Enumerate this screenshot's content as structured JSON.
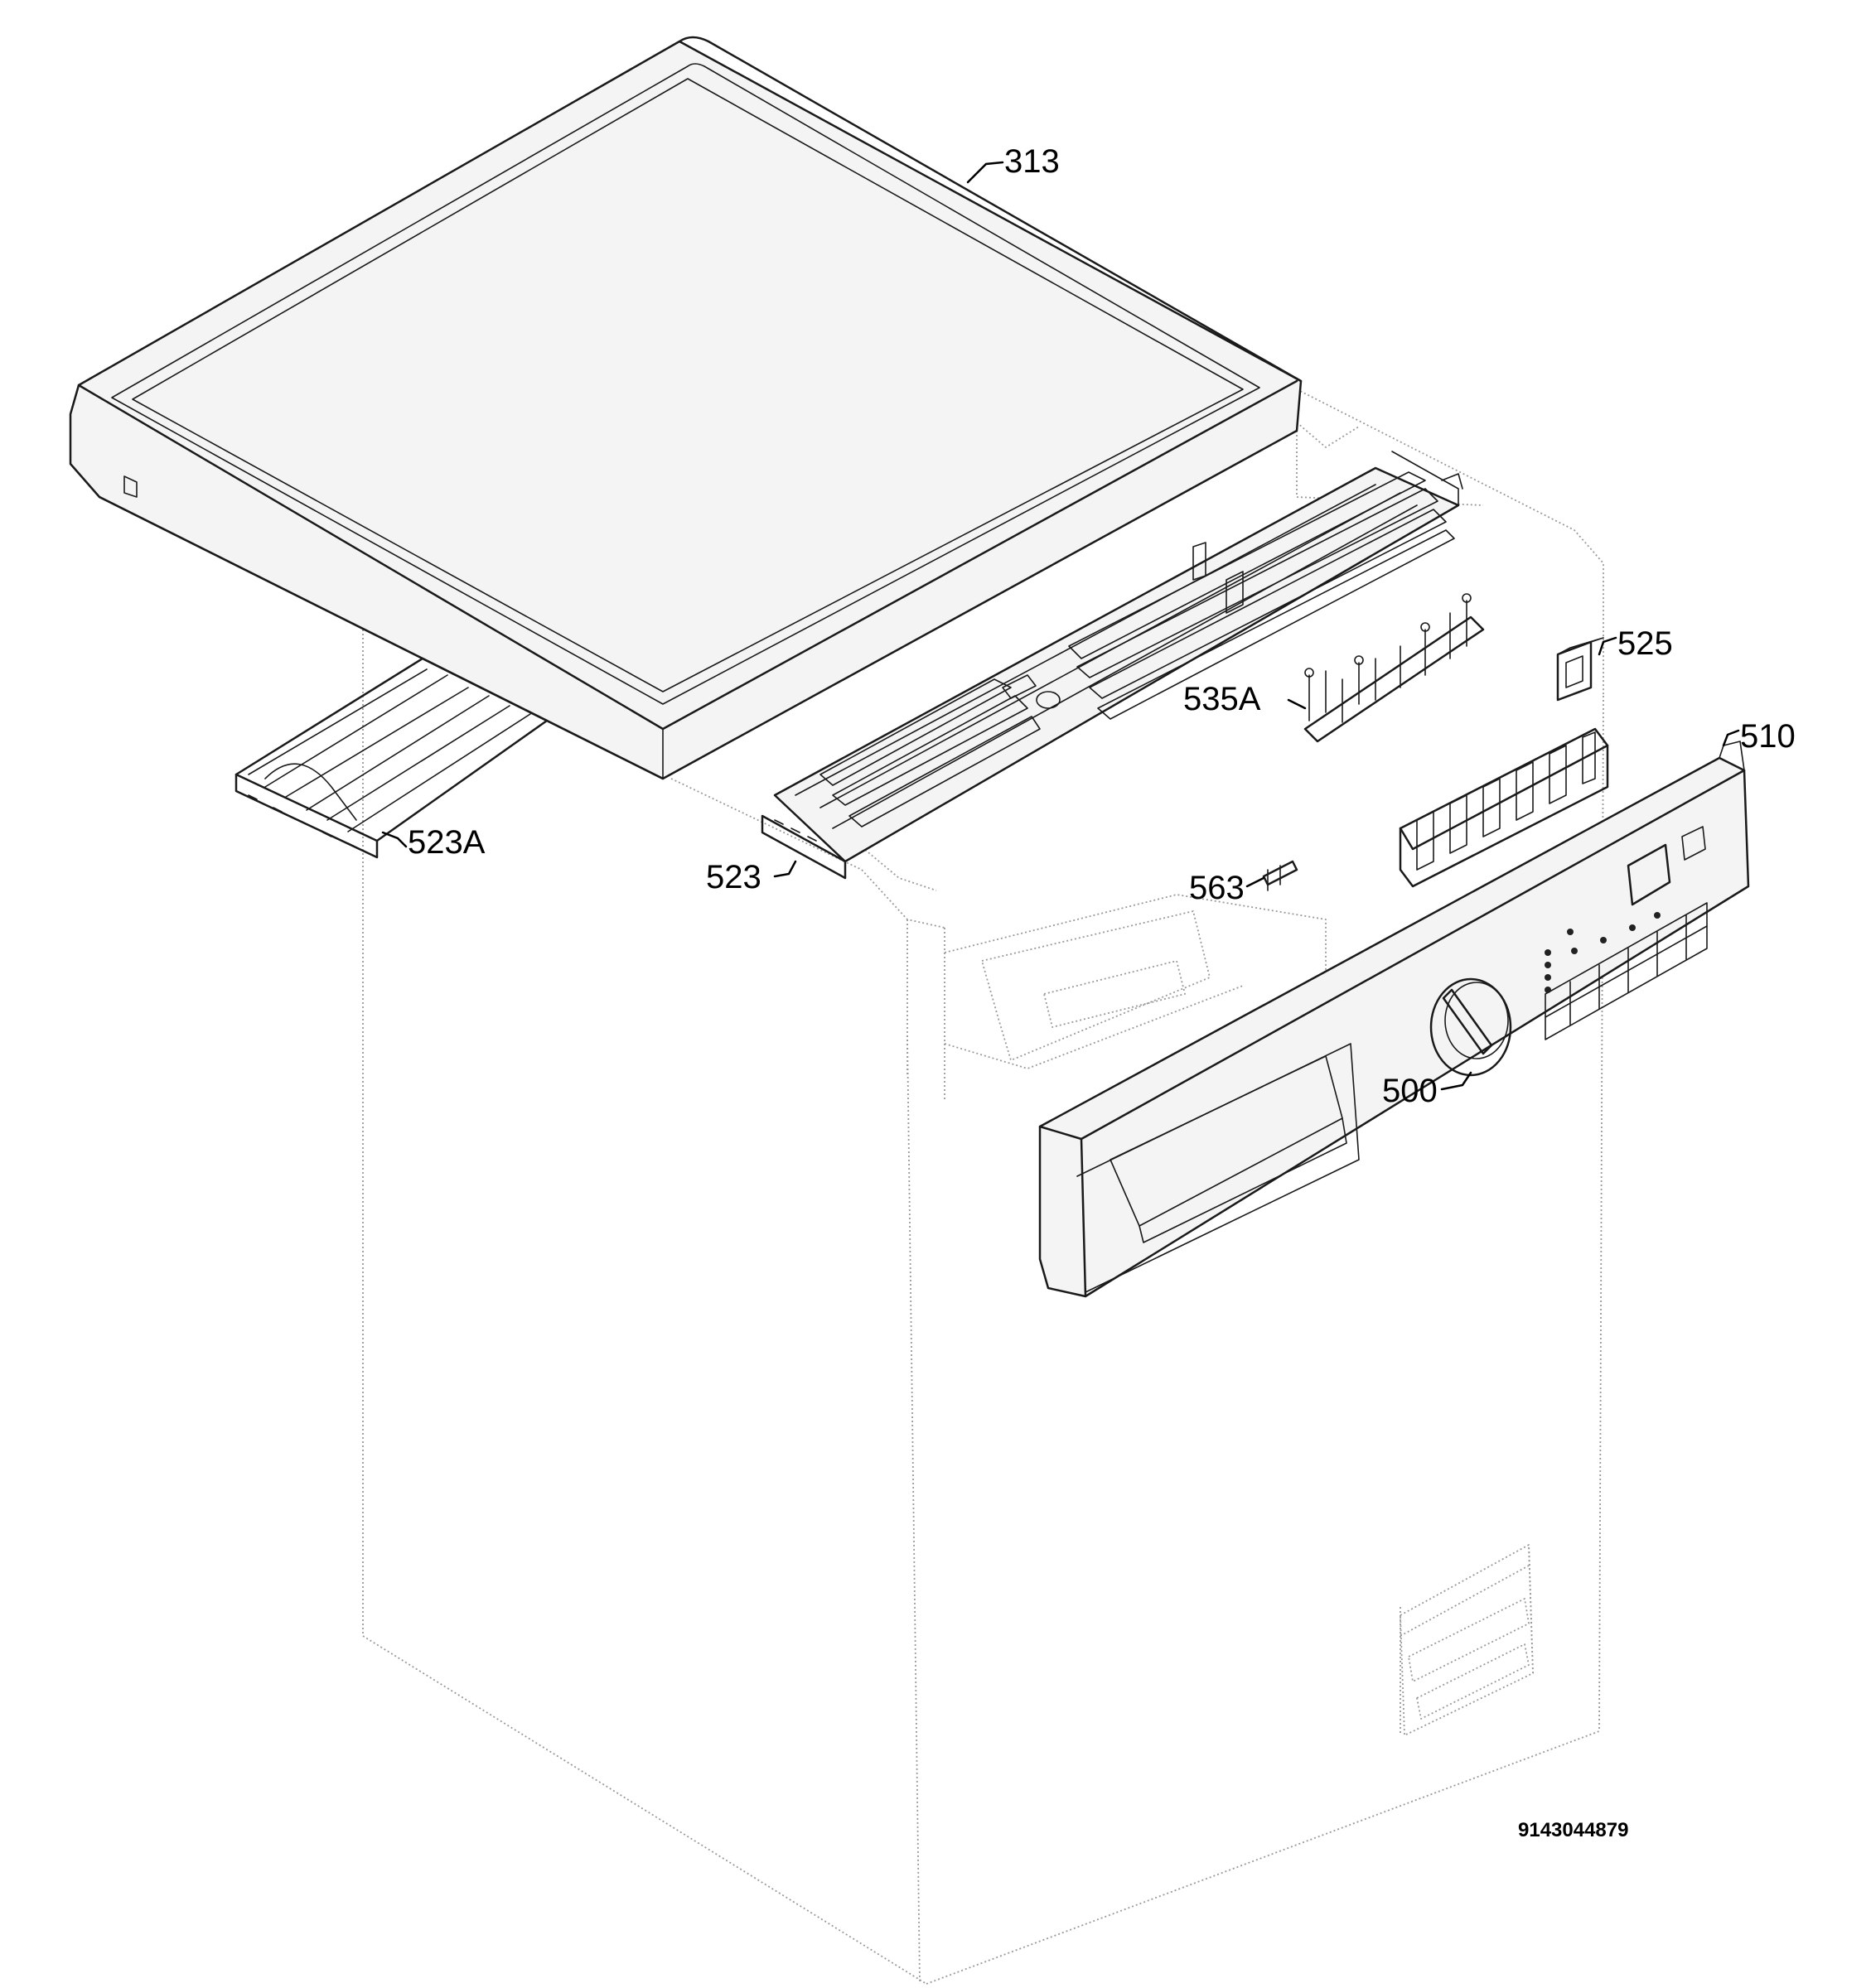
{
  "diagram": {
    "drawing_number": "9143044879",
    "callouts": [
      {
        "id": "313",
        "label": "313"
      },
      {
        "id": "525",
        "label": "525"
      },
      {
        "id": "535A",
        "label": "535A"
      },
      {
        "id": "510",
        "label": "510"
      },
      {
        "id": "523A",
        "label": "523A"
      },
      {
        "id": "523",
        "label": "523"
      },
      {
        "id": "563",
        "label": "563"
      },
      {
        "id": "500",
        "label": "500"
      }
    ]
  }
}
